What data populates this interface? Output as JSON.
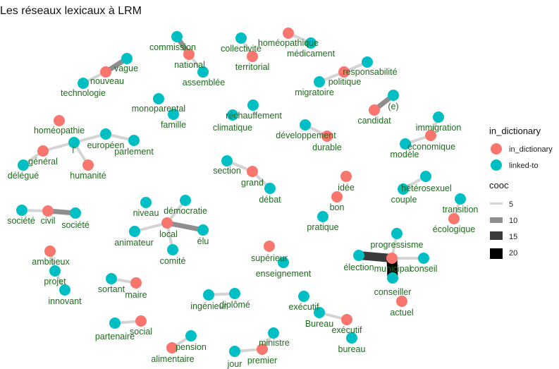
{
  "title": "Les réseaux lexicaux à LRM",
  "colors": {
    "in_dictionary": "#F8766D",
    "linked_to": "#00BFC4",
    "label": "#1f6b1f",
    "cooc_5": "#d4d4d4",
    "cooc_10": "#8e8e8e",
    "cooc_15": "#3b3b3b",
    "cooc_20": "#000000"
  },
  "legend": {
    "color_title": "in_dictionary",
    "color_items": [
      {
        "label": "in_dictionary",
        "type": "in_dictionary"
      },
      {
        "label": "linked-to",
        "type": "linked_to"
      }
    ],
    "width_title": "cooc",
    "width_items": [
      {
        "label": "5",
        "value": 5
      },
      {
        "label": "10",
        "value": 10
      },
      {
        "label": "15",
        "value": 15
      },
      {
        "label": "20",
        "value": 20
      }
    ]
  },
  "nodes": [
    {
      "id": "vague",
      "label": "vague",
      "type": "linked_to"
    },
    {
      "id": "nouveau",
      "label": "nouveau",
      "type": "in_dictionary"
    },
    {
      "id": "technologie",
      "label": "technologie",
      "type": "linked_to"
    },
    {
      "id": "commission",
      "label": "commission",
      "type": "linked_to"
    },
    {
      "id": "national",
      "label": "national",
      "type": "in_dictionary"
    },
    {
      "id": "assemblee",
      "label": "assemblée",
      "type": "linked_to"
    },
    {
      "id": "collectivite",
      "label": "collectivité",
      "type": "linked_to"
    },
    {
      "id": "territorial",
      "label": "territorial",
      "type": "in_dictionary"
    },
    {
      "id": "homeopathique",
      "label": "homéopathique",
      "type": "in_dictionary"
    },
    {
      "id": "medicament",
      "label": "médicament",
      "type": "linked_to"
    },
    {
      "id": "responsabilite",
      "label": "responsabilité",
      "type": "linked_to"
    },
    {
      "id": "politique",
      "label": "politique",
      "type": "in_dictionary"
    },
    {
      "id": "migratoire",
      "label": "migratoire",
      "type": "linked_to"
    },
    {
      "id": "e",
      "label": "(e)",
      "type": "linked_to"
    },
    {
      "id": "candidat",
      "label": "candidat",
      "type": "in_dictionary"
    },
    {
      "id": "monoparental",
      "label": "monoparental",
      "type": "linked_to"
    },
    {
      "id": "famille",
      "label": "famille",
      "type": "linked_to"
    },
    {
      "id": "rechauffement",
      "label": "réchauffement",
      "type": "linked_to"
    },
    {
      "id": "climatique",
      "label": "climatique",
      "type": "linked_to"
    },
    {
      "id": "developpement",
      "label": "développement",
      "type": "linked_to"
    },
    {
      "id": "durable",
      "label": "durable",
      "type": "in_dictionary"
    },
    {
      "id": "immigration",
      "label": "immigration",
      "type": "linked_to"
    },
    {
      "id": "economique",
      "label": "économique",
      "type": "in_dictionary"
    },
    {
      "id": "modele",
      "label": "modèle",
      "type": "linked_to"
    },
    {
      "id": "homeopathie",
      "label": "homéopathie",
      "type": "in_dictionary"
    },
    {
      "id": "europeen",
      "label": "européen",
      "type": "linked_to"
    },
    {
      "id": "l",
      "label": "l'",
      "type": "linked_to"
    },
    {
      "id": "parlement",
      "label": "parlement",
      "type": "linked_to"
    },
    {
      "id": "general",
      "label": "général",
      "type": "in_dictionary"
    },
    {
      "id": "delegue",
      "label": "délégué",
      "type": "linked_to"
    },
    {
      "id": "humanite",
      "label": "humanité",
      "type": "in_dictionary"
    },
    {
      "id": "section",
      "label": "section",
      "type": "linked_to"
    },
    {
      "id": "grand",
      "label": "grand",
      "type": "in_dictionary"
    },
    {
      "id": "debat",
      "label": "débat",
      "type": "linked_to"
    },
    {
      "id": "idee",
      "label": "idée",
      "type": "in_dictionary"
    },
    {
      "id": "bon",
      "label": "bon",
      "type": "in_dictionary"
    },
    {
      "id": "pratique",
      "label": "pratique",
      "type": "linked_to"
    },
    {
      "id": "heterosexuel",
      "label": "hétérosexuel",
      "type": "linked_to"
    },
    {
      "id": "couple",
      "label": "couple",
      "type": "linked_to"
    },
    {
      "id": "transition",
      "label": "transition",
      "type": "linked_to"
    },
    {
      "id": "ecologique",
      "label": "écologique",
      "type": "in_dictionary"
    },
    {
      "id": "societe1",
      "label": "société",
      "type": "linked_to"
    },
    {
      "id": "civil",
      "label": "civil",
      "type": "in_dictionary"
    },
    {
      "id": "societe2",
      "label": "société",
      "type": "linked_to"
    },
    {
      "id": "niveau",
      "label": "niveau",
      "type": "linked_to"
    },
    {
      "id": "democratie",
      "label": "démocratie",
      "type": "linked_to"
    },
    {
      "id": "local",
      "label": "local",
      "type": "in_dictionary"
    },
    {
      "id": "animateur",
      "label": "animateur",
      "type": "linked_to"
    },
    {
      "id": "elu",
      "label": "élu",
      "type": "linked_to"
    },
    {
      "id": "comite",
      "label": "comité",
      "type": "linked_to"
    },
    {
      "id": "superieur",
      "label": "supérieur",
      "type": "in_dictionary"
    },
    {
      "id": "enseignement",
      "label": "enseignement",
      "type": "linked_to"
    },
    {
      "id": "progressisme",
      "label": "progressisme",
      "type": "linked_to"
    },
    {
      "id": "election",
      "label": "élection",
      "type": "linked_to"
    },
    {
      "id": "municipal",
      "label": "municipal",
      "type": "in_dictionary"
    },
    {
      "id": "conseil",
      "label": "conseil",
      "type": "linked_to"
    },
    {
      "id": "conseiller",
      "label": "conseiller",
      "type": "linked_to"
    },
    {
      "id": "actuel",
      "label": "actuel",
      "type": "in_dictionary"
    },
    {
      "id": "ambitieux",
      "label": "ambitieux",
      "type": "in_dictionary"
    },
    {
      "id": "projet",
      "label": "projet",
      "type": "linked_to"
    },
    {
      "id": "innovant",
      "label": "innovant",
      "type": "linked_to"
    },
    {
      "id": "sortant",
      "label": "sortant",
      "type": "linked_to"
    },
    {
      "id": "maire",
      "label": "maire",
      "type": "in_dictionary"
    },
    {
      "id": "ingenieur",
      "label": "ingénieur",
      "type": "linked_to"
    },
    {
      "id": "diplome",
      "label": "diplômé",
      "type": "linked_to"
    },
    {
      "id": "executif1",
      "label": "exécutif",
      "type": "linked_to"
    },
    {
      "id": "bureau_cap",
      "label": "Bureau",
      "type": "linked_to"
    },
    {
      "id": "executif2",
      "label": "exécutif",
      "type": "in_dictionary"
    },
    {
      "id": "bureau",
      "label": "bureau",
      "type": "linked_to"
    },
    {
      "id": "partenaire",
      "label": "partenaire",
      "type": "linked_to"
    },
    {
      "id": "social",
      "label": "social",
      "type": "in_dictionary"
    },
    {
      "id": "pension",
      "label": "pension",
      "type": "linked_to"
    },
    {
      "id": "alimentaire",
      "label": "alimentaire",
      "type": "in_dictionary"
    },
    {
      "id": "ministre",
      "label": "ministre",
      "type": "linked_to"
    },
    {
      "id": "premier",
      "label": "premier",
      "type": "in_dictionary"
    },
    {
      "id": "jour",
      "label": "jour",
      "type": "linked_to"
    }
  ],
  "edges": [
    {
      "source": "vague",
      "target": "nouveau",
      "cooc": 10
    },
    {
      "source": "nouveau",
      "target": "technologie",
      "cooc": 5
    },
    {
      "source": "commission",
      "target": "national",
      "cooc": 12
    },
    {
      "source": "national",
      "target": "assemblee",
      "cooc": 5
    },
    {
      "source": "collectivite",
      "target": "territorial",
      "cooc": 5
    },
    {
      "source": "homeopathique",
      "target": "medicament",
      "cooc": 6
    },
    {
      "source": "responsabilite",
      "target": "politique",
      "cooc": 5
    },
    {
      "source": "politique",
      "target": "migratoire",
      "cooc": 5
    },
    {
      "source": "e",
      "target": "candidat",
      "cooc": 10
    },
    {
      "source": "developpement",
      "target": "durable",
      "cooc": 5
    },
    {
      "source": "immigration",
      "target": "economique",
      "cooc": 5
    },
    {
      "source": "economique",
      "target": "modele",
      "cooc": 5
    },
    {
      "source": "europeen",
      "target": "l",
      "cooc": 5
    },
    {
      "source": "europeen",
      "target": "parlement",
      "cooc": 5
    },
    {
      "source": "l",
      "target": "general",
      "cooc": 5
    },
    {
      "source": "l",
      "target": "humanite",
      "cooc": 5
    },
    {
      "source": "general",
      "target": "delegue",
      "cooc": 5
    },
    {
      "source": "section",
      "target": "grand",
      "cooc": 5
    },
    {
      "source": "grand",
      "target": "debat",
      "cooc": 5
    },
    {
      "source": "heterosexuel",
      "target": "couple",
      "cooc": 5
    },
    {
      "source": "transition",
      "target": "ecologique",
      "cooc": 5
    },
    {
      "source": "societe1",
      "target": "civil",
      "cooc": 5
    },
    {
      "source": "civil",
      "target": "societe2",
      "cooc": 10
    },
    {
      "source": "local",
      "target": "democratie",
      "cooc": 5
    },
    {
      "source": "local",
      "target": "animateur",
      "cooc": 5
    },
    {
      "source": "local",
      "target": "elu",
      "cooc": 10
    },
    {
      "source": "local",
      "target": "comite",
      "cooc": 5
    },
    {
      "source": "municipal",
      "target": "election",
      "cooc": 15
    },
    {
      "source": "municipal",
      "target": "conseil",
      "cooc": 5
    },
    {
      "source": "municipal",
      "target": "conseiller",
      "cooc": 20
    },
    {
      "source": "municipal",
      "target": "progressisme",
      "cooc": 5
    },
    {
      "source": "ambitieux",
      "target": "projet",
      "cooc": 5
    },
    {
      "source": "projet",
      "target": "innovant",
      "cooc": 5
    },
    {
      "source": "sortant",
      "target": "maire",
      "cooc": 5
    },
    {
      "source": "ingenieur",
      "target": "diplome",
      "cooc": 5
    },
    {
      "source": "bureau_cap",
      "target": "executif2",
      "cooc": 5
    },
    {
      "source": "partenaire",
      "target": "social",
      "cooc": 5
    },
    {
      "source": "pension",
      "target": "alimentaire",
      "cooc": 5
    },
    {
      "source": "premier",
      "target": "ministre",
      "cooc": 5
    },
    {
      "source": "premier",
      "target": "jour",
      "cooc": 5
    }
  ]
}
